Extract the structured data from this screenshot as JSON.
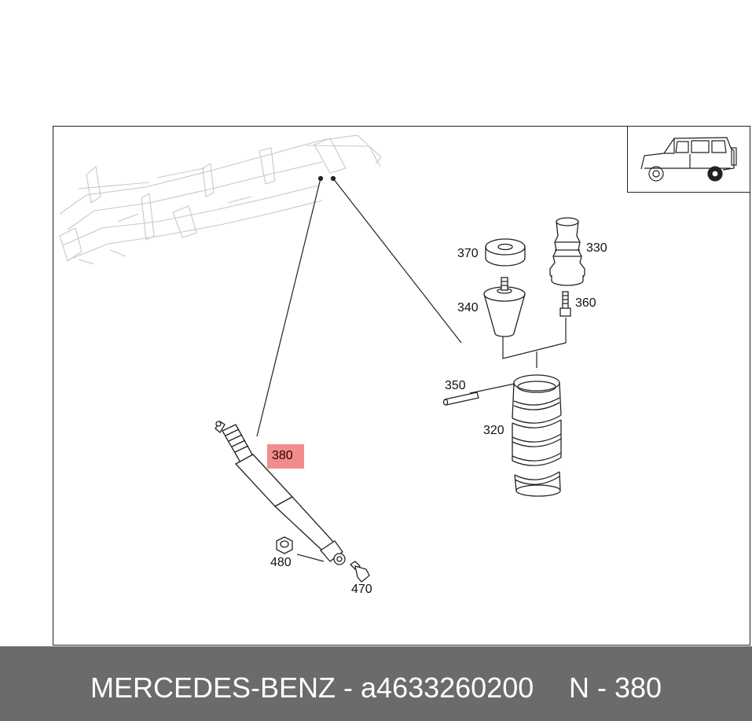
{
  "diagram": {
    "parts": [
      {
        "id": "370",
        "label": "370"
      },
      {
        "id": "330",
        "label": "330"
      },
      {
        "id": "340",
        "label": "340"
      },
      {
        "id": "360",
        "label": "360"
      },
      {
        "id": "350",
        "label": "350"
      },
      {
        "id": "320",
        "label": "320"
      },
      {
        "id": "480",
        "label": "480"
      },
      {
        "id": "470",
        "label": "470"
      }
    ],
    "highlighted_part": "380",
    "highlight_color": "#f08080"
  },
  "footer": {
    "brand_part": "MERCEDES-BENZ - a4633260200",
    "page_ref": "N - 380",
    "background": "#6b6b6b"
  }
}
